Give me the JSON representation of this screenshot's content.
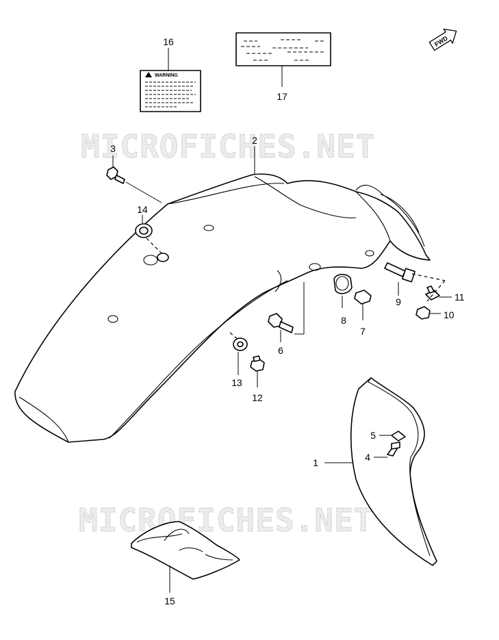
{
  "watermark": "MICROFICHES.NET",
  "fwd_label": "FWD",
  "warning_label_title": "WARNING",
  "callouts": {
    "p1": "1",
    "p2": "2",
    "p3": "3",
    "p4": "4",
    "p5": "5",
    "p6": "6",
    "p7": "7",
    "p8": "8",
    "p9": "9",
    "p10": "10",
    "p11": "11",
    "p12": "12",
    "p13": "13",
    "p14": "14",
    "p15": "15",
    "p16": "16",
    "p17": "17"
  }
}
